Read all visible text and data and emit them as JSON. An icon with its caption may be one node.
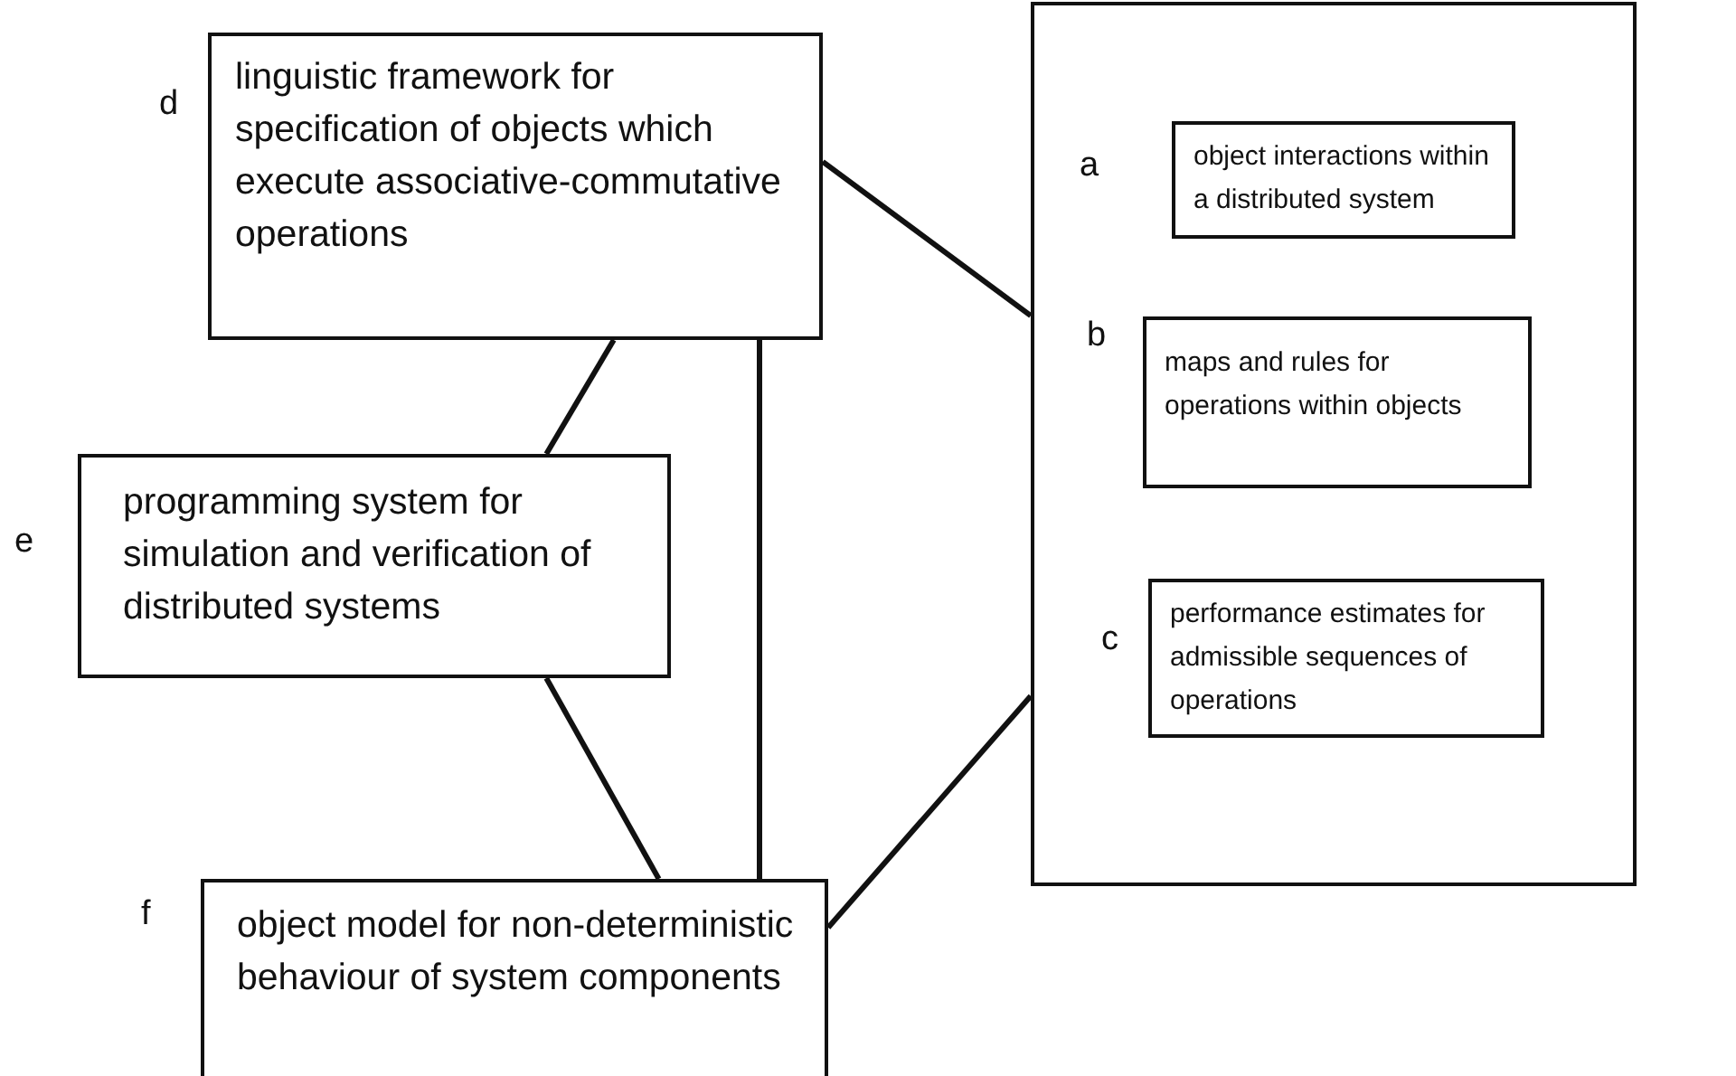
{
  "diagram": {
    "nodes": [
      {
        "text": [
          "linguistic framework for specification of objects which execute associative-commutative operations"
        ],
        "beside": [
          "d"
        ]
      },
      {
        "text": [],
        "shape": "box"
      },
      {
        "text": [
          "object interactions within a distributed system"
        ],
        "in": 1,
        "beside": [
          "a"
        ]
      },
      {
        "text": [
          "maps and rules for operations within objects"
        ],
        "in": 1,
        "beside": [
          "b"
        ]
      },
      {
        "text": [
          "performance estimates for admissible sequences of operations"
        ],
        "in": 1,
        "beside": [
          "c"
        ]
      },
      {
        "text": [
          "programming system for simulation and verification of distributed systems"
        ],
        "beside": [
          "e"
        ]
      },
      {
        "text": [
          "object model for non-deterministic behaviour of system components"
        ],
        "beside": [
          "f"
        ]
      }
    ],
    "edges": [
      {
        "from": 0,
        "to": 1,
        "arrow": "none"
      },
      {
        "from": 0,
        "to": 5,
        "arrow": "none"
      },
      {
        "from": 0,
        "to": 6,
        "arrow": "none"
      },
      {
        "from": 5,
        "to": 6,
        "arrow": "none"
      },
      {
        "from": 6,
        "to": 1,
        "arrow": "none"
      }
    ]
  }
}
